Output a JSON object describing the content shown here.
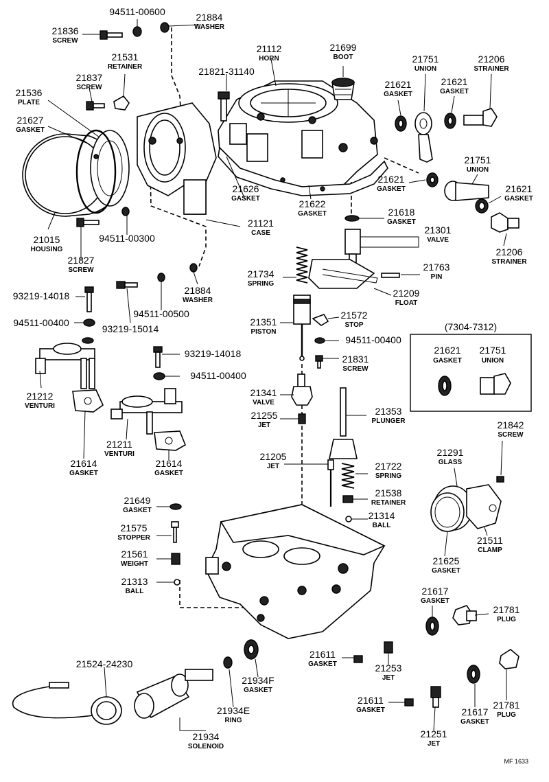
{
  "labels": [
    {
      "num": "94511-00600",
      "name": ""
    },
    {
      "num": "21884",
      "name": "WASHER"
    },
    {
      "num": "21836",
      "name": "SCREW"
    },
    {
      "num": "21531",
      "name": "RETAINER"
    },
    {
      "num": "21837",
      "name": "SCREW"
    },
    {
      "num": "21536",
      "name": "PLATE"
    },
    {
      "num": "21627",
      "name": "GASKET"
    },
    {
      "num": "21112",
      "name": "HORN"
    },
    {
      "num": "21699",
      "name": "BOOT"
    },
    {
      "num": "21821-31140",
      "name": ""
    },
    {
      "num": "21751",
      "name": "UNION"
    },
    {
      "num": "21206",
      "name": "STRAINER"
    },
    {
      "num": "21621",
      "name": "GASKET"
    },
    {
      "num": "21621",
      "name": "GASKET"
    },
    {
      "num": "21751",
      "name": "UNION"
    },
    {
      "num": "21621",
      "name": "GASKET"
    },
    {
      "num": "21621",
      "name": "GASKET"
    },
    {
      "num": "21626",
      "name": "GASKET"
    },
    {
      "num": "21622",
      "name": "GASKET"
    },
    {
      "num": "21015",
      "name": "HOUSING"
    },
    {
      "num": "94511-00300",
      "name": ""
    },
    {
      "num": "21827",
      "name": "SCREW"
    },
    {
      "num": "21121",
      "name": "CASE"
    },
    {
      "num": "21618",
      "name": "GASKET"
    },
    {
      "num": "21301",
      "name": "VALVE"
    },
    {
      "num": "21206",
      "name": "STRAINER"
    },
    {
      "num": "21884",
      "name": "WASHER"
    },
    {
      "num": "21734",
      "name": "SPRING"
    },
    {
      "num": "21763",
      "name": "PIN"
    },
    {
      "num": "21209",
      "name": "FLOAT"
    },
    {
      "num": "93219-14018",
      "name": ""
    },
    {
      "num": "94511-00500",
      "name": ""
    },
    {
      "num": "94511-00400",
      "name": ""
    },
    {
      "num": "93219-15014",
      "name": ""
    },
    {
      "num": "21351",
      "name": "PISTON"
    },
    {
      "num": "21572",
      "name": "STOP"
    },
    {
      "num": "94511-00400",
      "name": ""
    },
    {
      "num": "21831",
      "name": "SCREW"
    },
    {
      "num": "93219-14018",
      "name": ""
    },
    {
      "num": "94511-00400",
      "name": ""
    },
    {
      "num": "21212",
      "name": "VENTURI"
    },
    {
      "num": "21211",
      "name": "VENTURI"
    },
    {
      "num": "21614",
      "name": "GASKET"
    },
    {
      "num": "21614",
      "name": "GASKET"
    },
    {
      "num": "21341",
      "name": "VALVE"
    },
    {
      "num": "21255",
      "name": "JET"
    },
    {
      "num": "21353",
      "name": "PLUNGER"
    },
    {
      "num": "21842",
      "name": "SCREW"
    },
    {
      "num": "21291",
      "name": "GLASS"
    },
    {
      "num": "21205",
      "name": "JET"
    },
    {
      "num": "21722",
      "name": "SPRING"
    },
    {
      "num": "21538",
      "name": "RETAINER"
    },
    {
      "num": "21314",
      "name": "BALL"
    },
    {
      "num": "21649",
      "name": "GASKET"
    },
    {
      "num": "21575",
      "name": "STOPPER"
    },
    {
      "num": "21561",
      "name": "WEIGHT"
    },
    {
      "num": "21313",
      "name": "BALL"
    },
    {
      "num": "21511",
      "name": "CLAMP"
    },
    {
      "num": "21625",
      "name": "GASKET"
    },
    {
      "num": "21617",
      "name": "GASKET"
    },
    {
      "num": "21781",
      "name": "PLUG"
    },
    {
      "num": "21524-24230",
      "name": ""
    },
    {
      "num": "21934F",
      "name": "GASKET"
    },
    {
      "num": "21611",
      "name": "GASKET"
    },
    {
      "num": "21253",
      "name": "JET"
    },
    {
      "num": "21781",
      "name": "PLUG"
    },
    {
      "num": "21934E",
      "name": "RING"
    },
    {
      "num": "21611",
      "name": "GASKET"
    },
    {
      "num": "21617",
      "name": "GASKET"
    },
    {
      "num": "21934",
      "name": "SOLENOID"
    },
    {
      "num": "21251",
      "name": "JET"
    }
  ],
  "inset": {
    "range": "(7304-7312)",
    "items": [
      {
        "num": "21621",
        "name": "GASKET"
      },
      {
        "num": "21751",
        "name": "UNION"
      }
    ]
  },
  "footer": {
    "code": "MF 1633"
  }
}
